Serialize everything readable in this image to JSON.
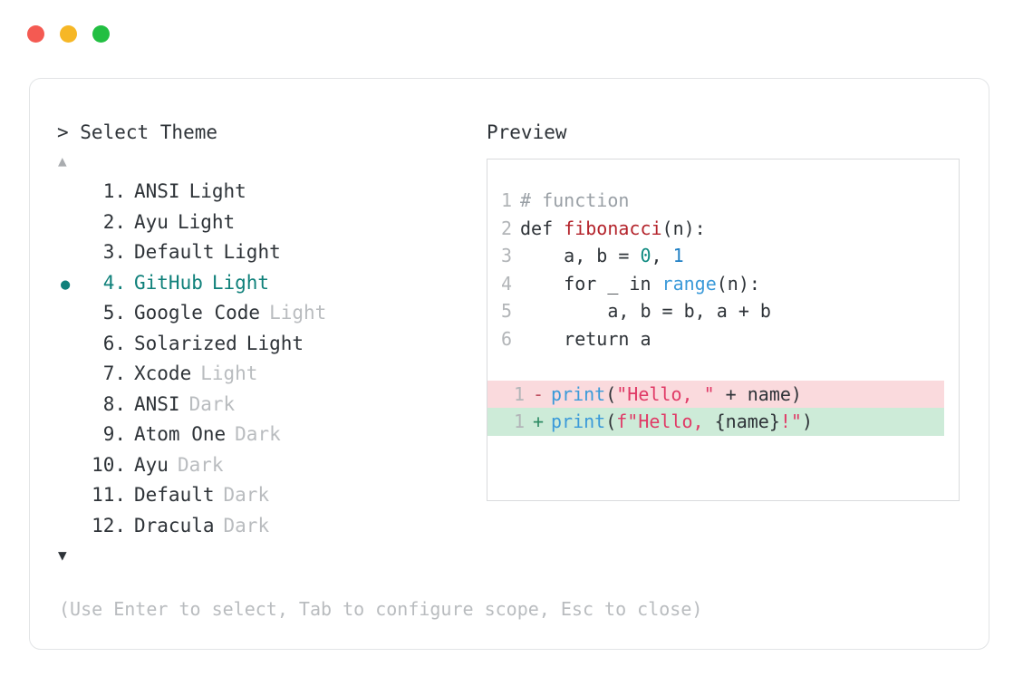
{
  "window": {
    "traffic_lights": [
      {
        "name": "close",
        "color": "#f45a52"
      },
      {
        "name": "minimize",
        "color": "#f6b726"
      },
      {
        "name": "maximize",
        "color": "#22bf42"
      }
    ]
  },
  "selector": {
    "prompt": "> Select Theme",
    "scroll_up_glyph": "▲",
    "scroll_down_glyph": "▼",
    "selected_bullet": "●",
    "selected_index": 4,
    "accent_color": "#0f807a",
    "items": [
      {
        "index": "1.",
        "name": "ANSI",
        "variant": "Light",
        "variant_dim": false,
        "selected": false
      },
      {
        "index": "2.",
        "name": "Ayu",
        "variant": "Light",
        "variant_dim": false,
        "selected": false
      },
      {
        "index": "3.",
        "name": "Default",
        "variant": "Light",
        "variant_dim": false,
        "selected": false
      },
      {
        "index": "4.",
        "name": "GitHub",
        "variant": "Light",
        "variant_dim": false,
        "selected": true
      },
      {
        "index": "5.",
        "name": "Google Code",
        "variant": "Light",
        "variant_dim": true,
        "selected": false
      },
      {
        "index": "6.",
        "name": "Solarized",
        "variant": "Light",
        "variant_dim": false,
        "selected": false
      },
      {
        "index": "7.",
        "name": "Xcode",
        "variant": "Light",
        "variant_dim": true,
        "selected": false
      },
      {
        "index": "8.",
        "name": "ANSI",
        "variant": "Dark",
        "variant_dim": true,
        "selected": false
      },
      {
        "index": "9.",
        "name": "Atom One",
        "variant": "Dark",
        "variant_dim": true,
        "selected": false
      },
      {
        "index": "10.",
        "name": "Ayu",
        "variant": "Dark",
        "variant_dim": true,
        "selected": false
      },
      {
        "index": "11.",
        "name": "Default",
        "variant": "Dark",
        "variant_dim": true,
        "selected": false
      },
      {
        "index": "12.",
        "name": "Dracula",
        "variant": "Dark",
        "variant_dim": true,
        "selected": false
      }
    ],
    "hint": "(Use Enter to select, Tab to configure scope, Esc to close)"
  },
  "preview": {
    "title": "Preview",
    "code_lines": [
      {
        "ln": "1",
        "tokens": [
          {
            "t": "# function",
            "c": "comment"
          }
        ]
      },
      {
        "ln": "2",
        "tokens": [
          {
            "t": "def ",
            "c": "plain"
          },
          {
            "t": "fibonacci",
            "c": "func"
          },
          {
            "t": "(n):",
            "c": "plain"
          }
        ]
      },
      {
        "ln": "3",
        "tokens": [
          {
            "t": "    a, b = ",
            "c": "plain"
          },
          {
            "t": "0",
            "c": "num-teal"
          },
          {
            "t": ", ",
            "c": "plain"
          },
          {
            "t": "1",
            "c": "num-blue"
          }
        ]
      },
      {
        "ln": "4",
        "tokens": [
          {
            "t": "    for _ in ",
            "c": "plain"
          },
          {
            "t": "range",
            "c": "kw"
          },
          {
            "t": "(n):",
            "c": "plain"
          }
        ]
      },
      {
        "ln": "5",
        "tokens": [
          {
            "t": "        a, b = b, a + b",
            "c": "plain"
          }
        ]
      },
      {
        "ln": "6",
        "tokens": [
          {
            "t": "    return a",
            "c": "plain"
          }
        ]
      }
    ],
    "diff_lines": [
      {
        "ln": "1",
        "sign": "-",
        "kind": "del",
        "bg": "#fadadd",
        "tokens": [
          {
            "t": "print",
            "c": "kw"
          },
          {
            "t": "(",
            "c": "plain"
          },
          {
            "t": "\"Hello, \"",
            "c": "str"
          },
          {
            "t": " + name)",
            "c": "plain"
          }
        ]
      },
      {
        "ln": "1",
        "sign": "+",
        "kind": "add",
        "bg": "#cdebd8",
        "tokens": [
          {
            "t": "print",
            "c": "kw"
          },
          {
            "t": "(",
            "c": "plain"
          },
          {
            "t": "f\"Hello, ",
            "c": "str"
          },
          {
            "t": "{name}",
            "c": "plain"
          },
          {
            "t": "!\"",
            "c": "str"
          },
          {
            "t": ")",
            "c": "plain"
          }
        ]
      }
    ]
  }
}
